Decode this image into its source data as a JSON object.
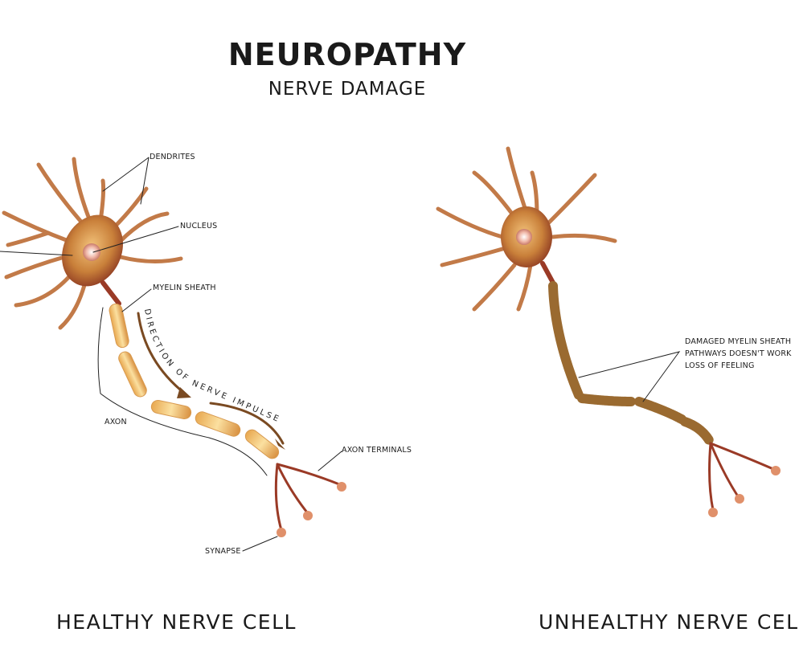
{
  "title": "NEUROPATHY",
  "subtitle": "NERVE DAMAGE",
  "healthy": {
    "caption": "HEALTHY NERVE CELL",
    "labels": {
      "dendrites": "DENDRITES",
      "nucleus": "NUCLEUS",
      "myelin": "MYELIN SHEATH",
      "axon": "AXON",
      "terminals": "AXON TERMINALS",
      "synapse": "SYNAPSE",
      "direction": "DIRECTION OF NERVE IMPULSE"
    }
  },
  "unhealthy": {
    "caption": "UNHEALTHY NERVE CELL",
    "notes": [
      "DAMAGED MYELIN SHEATH",
      "PATHWAYS DOESN'T WORK",
      "LOSS OF FEELING"
    ]
  },
  "colors": {
    "soma": "#c9803a",
    "dendrite": "#b86a3a",
    "myelin": "#f0c070",
    "damaged": "#b07a40",
    "arrow": "#7a4a22"
  }
}
